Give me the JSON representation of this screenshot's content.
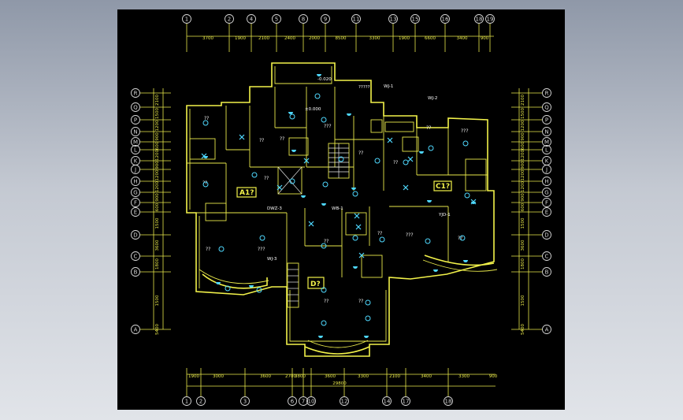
{
  "drawing": {
    "top_axes": [
      "1",
      "2",
      "4",
      "5",
      "8",
      "9",
      "11",
      "13",
      "15",
      "16",
      "18",
      "19"
    ],
    "top_dims": [
      "3700",
      "1900",
      "2100",
      "2400",
      "2000",
      "8500",
      "3300",
      "1900",
      "6600",
      "3400",
      "900"
    ],
    "bottom_axes": [
      "1",
      "2",
      "3",
      "6",
      "7",
      "10",
      "12",
      "14",
      "17",
      "18"
    ],
    "bottom_dims": [
      "1900",
      "3000",
      "3600",
      "2700",
      "3800",
      "3600",
      "3300",
      "2100",
      "3400",
      "3300",
      "900"
    ],
    "bottom_total": "29800",
    "left_axes": [
      "R",
      "Q",
      "P",
      "N",
      "M",
      "L",
      "K",
      "J",
      "H",
      "G",
      "F",
      "E",
      "D",
      "C",
      "B",
      "A"
    ],
    "right_axes": [
      "R",
      "Q",
      "P",
      "N",
      "M",
      "L",
      "K",
      "J",
      "H",
      "G",
      "F",
      "E",
      "D",
      "C",
      "B",
      "A"
    ],
    "side_dims": [
      "2100",
      "1500",
      "1200",
      "900",
      "600",
      "1200",
      "900",
      "1200",
      "1200",
      "900",
      "600",
      "1500",
      "3600",
      "1800",
      "1500",
      "5400"
    ],
    "unit_labels": [
      "A1?",
      "C1?",
      "D?"
    ],
    "level_labels": [
      "-0.020",
      "±0.000"
    ],
    "room_labels": [
      "??",
      "??",
      "??",
      "???",
      "???",
      "??",
      "??",
      "??",
      "???",
      "??",
      "??",
      "???",
      "??",
      "??",
      "??",
      "??",
      "??",
      "??"
    ],
    "notes": [
      "?????",
      "WJ-1",
      "DWZ-3",
      "WB-1",
      "WJ-2",
      "WJ-3",
      "YJD-1"
    ]
  },
  "colors": {
    "background": "#000000",
    "walls": "#f2f24a",
    "fixtures": "#4fd9ff",
    "grid": "#d6d6d6"
  }
}
